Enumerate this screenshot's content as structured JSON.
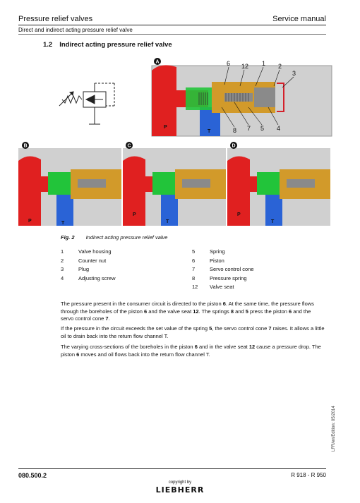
{
  "header": {
    "title": "Pressure relief valves",
    "right": "Service manual",
    "subtitle": "Direct and indirect acting pressure relief valve"
  },
  "section": {
    "number": "1.2",
    "title": "Indirect acting pressure relief valve"
  },
  "figure": {
    "badges": [
      "A",
      "B",
      "C",
      "D"
    ],
    "ports": {
      "p": "P",
      "t": "T"
    },
    "callouts_top": [
      "6",
      "12",
      "1",
      "2",
      "3"
    ],
    "callouts_bottom": [
      "8",
      "7",
      "5",
      "4"
    ],
    "caption_number": "Fig. 2",
    "caption_text": "Indirect acting pressure relief valve"
  },
  "legend_left": [
    {
      "num": "1",
      "label": "Valve housing"
    },
    {
      "num": "2",
      "label": "Counter nut"
    },
    {
      "num": "3",
      "label": "Plug"
    },
    {
      "num": "4",
      "label": "Adjusting screw"
    }
  ],
  "legend_right": [
    {
      "num": "5",
      "label": "Spring"
    },
    {
      "num": "6",
      "label": "Piston"
    },
    {
      "num": "7",
      "label": "Servo control cone"
    },
    {
      "num": "8",
      "label": "Pressure spring"
    },
    {
      "num": "12",
      "label": "Valve seat"
    }
  ],
  "paragraphs": {
    "p1": [
      {
        "t": "The pressure present in the consumer circuit is directed to the piston "
      },
      {
        "t": "6",
        "b": true
      },
      {
        "t": ". At the same time, the pressure flows through the boreholes of the piston "
      },
      {
        "t": "6",
        "b": true
      },
      {
        "t": " and the valve seat "
      },
      {
        "t": "12",
        "b": true
      },
      {
        "t": ". The springs "
      },
      {
        "t": "8",
        "b": true
      },
      {
        "t": " and "
      },
      {
        "t": "5",
        "b": true
      },
      {
        "t": " press the piston "
      },
      {
        "t": "6",
        "b": true
      },
      {
        "t": " and the servo control cone "
      },
      {
        "t": "7",
        "b": true
      },
      {
        "t": "."
      }
    ],
    "p2": [
      {
        "t": "If the pressure in the circuit exceeds the set value of the spring "
      },
      {
        "t": "5",
        "b": true
      },
      {
        "t": ", the servo control cone "
      },
      {
        "t": "7",
        "b": true
      },
      {
        "t": " raises. It allows a little oil to drain back into the return flow channel T."
      }
    ],
    "p3": [
      {
        "t": "The varying cross-sections of the boreholes in the piston "
      },
      {
        "t": "6",
        "b": true
      },
      {
        "t": " and in the valve seat "
      },
      {
        "t": "12",
        "b": true
      },
      {
        "t": " cause a pressure drop. The piston "
      },
      {
        "t": "6",
        "b": true
      },
      {
        "t": " moves and oil flows back into the return flow channel T."
      }
    ]
  },
  "side_note": "LFR/en/Edition: 05/2014",
  "footer": {
    "left": "080.500.2",
    "right": "R 918 - R 950",
    "copyright": "copyright by",
    "logo": "LIEBHERR"
  },
  "colors": {
    "pressure": "#e02020",
    "return": "#2a63d6",
    "pilot": "#22c43a",
    "housing": "#bdbdbd",
    "brass": "#d29a2a",
    "screw": "#8a8a8a"
  }
}
